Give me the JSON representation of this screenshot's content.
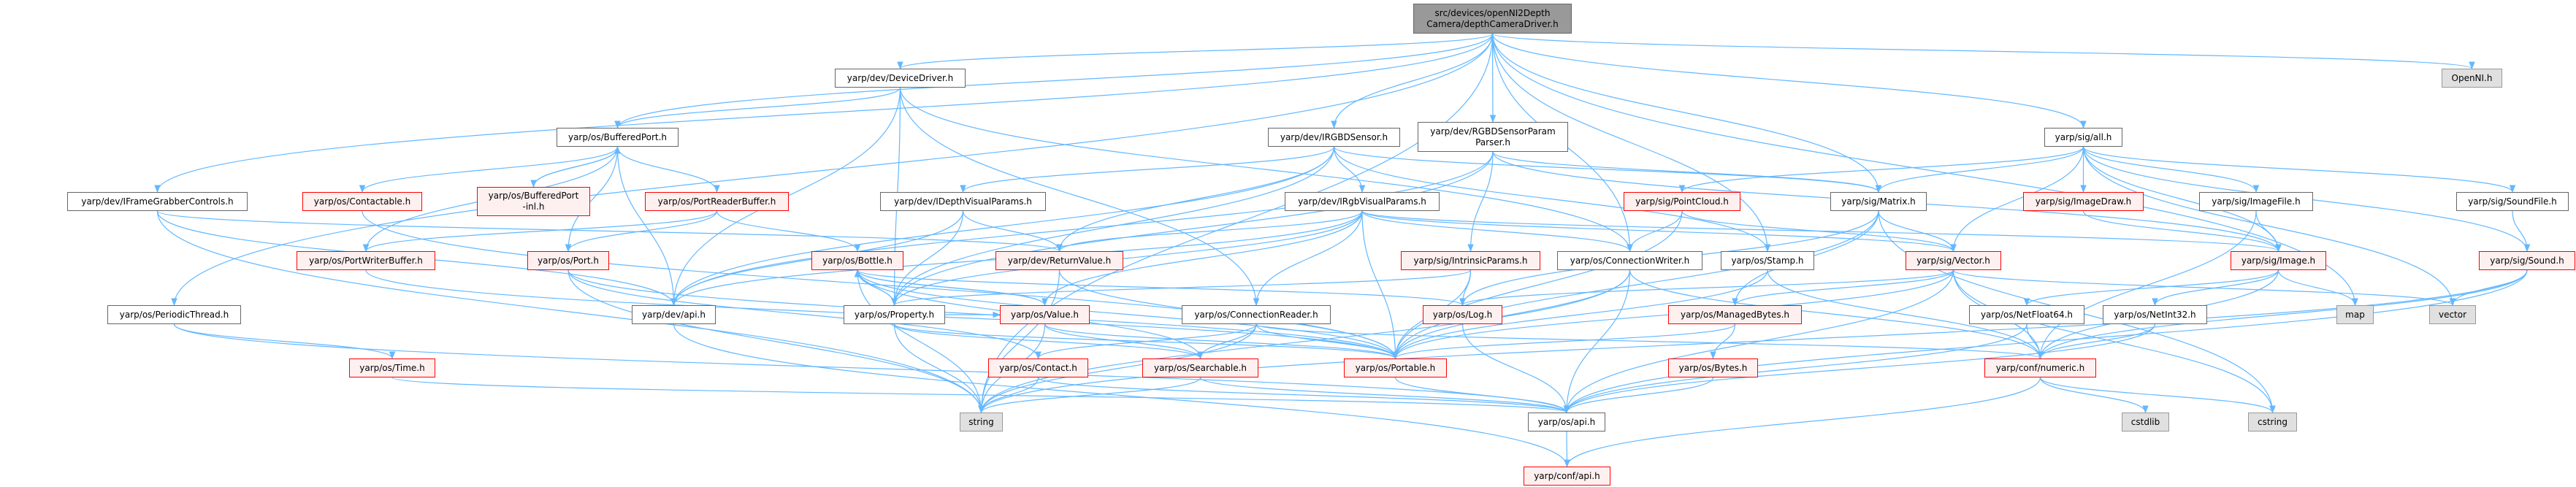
{
  "graph": {
    "edge_color": "#63b8ff",
    "nodes": [
      {
        "id": "root",
        "lines": [
          "src/devices/openNI2Depth",
          "Camera/depthCameraDriver.h"
        ],
        "kind": "root"
      },
      {
        "id": "devicedriver",
        "lines": [
          "yarp/dev/DeviceDriver.h"
        ],
        "kind": "normal"
      },
      {
        "id": "openni",
        "lines": [
          "OpenNI.h"
        ],
        "kind": "sys"
      },
      {
        "id": "bufferedport",
        "lines": [
          "yarp/os/BufferedPort.h"
        ],
        "kind": "normal"
      },
      {
        "id": "irgbdsensor",
        "lines": [
          "yarp/dev/IRGBDSensor.h"
        ],
        "kind": "normal"
      },
      {
        "id": "paramparser",
        "lines": [
          "yarp/dev/RGBDSensorParam",
          "Parser.h"
        ],
        "kind": "normal"
      },
      {
        "id": "sigall",
        "lines": [
          "yarp/sig/all.h"
        ],
        "kind": "normal"
      },
      {
        "id": "iframegrabber",
        "lines": [
          "yarp/dev/IFrameGrabberControls.h"
        ],
        "kind": "normal"
      },
      {
        "id": "contactable",
        "lines": [
          "yarp/os/Contactable.h"
        ],
        "kind": "red"
      },
      {
        "id": "bpinl",
        "lines": [
          "yarp/os/BufferedPort",
          "-inl.h"
        ],
        "kind": "red"
      },
      {
        "id": "portreaderbuffer",
        "lines": [
          "yarp/os/PortReaderBuffer.h"
        ],
        "kind": "red"
      },
      {
        "id": "idepthvisual",
        "lines": [
          "yarp/dev/IDepthVisualParams.h"
        ],
        "kind": "normal"
      },
      {
        "id": "irgbvisual",
        "lines": [
          "yarp/dev/IRgbVisualParams.h"
        ],
        "kind": "normal"
      },
      {
        "id": "pointcloud",
        "lines": [
          "yarp/sig/PointCloud.h"
        ],
        "kind": "red"
      },
      {
        "id": "matrix",
        "lines": [
          "yarp/sig/Matrix.h"
        ],
        "kind": "normal"
      },
      {
        "id": "imagedraw",
        "lines": [
          "yarp/sig/ImageDraw.h"
        ],
        "kind": "red"
      },
      {
        "id": "imagefile",
        "lines": [
          "yarp/sig/ImageFile.h"
        ],
        "kind": "normal"
      },
      {
        "id": "soundfile",
        "lines": [
          "yarp/sig/SoundFile.h"
        ],
        "kind": "normal"
      },
      {
        "id": "portwriterbuffer",
        "lines": [
          "yarp/os/PortWriterBuffer.h"
        ],
        "kind": "red"
      },
      {
        "id": "port",
        "lines": [
          "yarp/os/Port.h"
        ],
        "kind": "red"
      },
      {
        "id": "bottle",
        "lines": [
          "yarp/os/Bottle.h"
        ],
        "kind": "red"
      },
      {
        "id": "returnvalue",
        "lines": [
          "yarp/dev/ReturnValue.h"
        ],
        "kind": "red"
      },
      {
        "id": "intrinsic",
        "lines": [
          "yarp/sig/IntrinsicParams.h"
        ],
        "kind": "red"
      },
      {
        "id": "connwriter",
        "lines": [
          "yarp/os/ConnectionWriter.h"
        ],
        "kind": "normal"
      },
      {
        "id": "stamp",
        "lines": [
          "yarp/os/Stamp.h"
        ],
        "kind": "normal"
      },
      {
        "id": "sigvector",
        "lines": [
          "yarp/sig/Vector.h"
        ],
        "kind": "red"
      },
      {
        "id": "image",
        "lines": [
          "yarp/sig/Image.h"
        ],
        "kind": "red"
      },
      {
        "id": "sound",
        "lines": [
          "yarp/sig/Sound.h"
        ],
        "kind": "red"
      },
      {
        "id": "periodic",
        "lines": [
          "yarp/os/PeriodicThread.h"
        ],
        "kind": "normal"
      },
      {
        "id": "devapi",
        "lines": [
          "yarp/dev/api.h"
        ],
        "kind": "normal"
      },
      {
        "id": "property",
        "lines": [
          "yarp/os/Property.h"
        ],
        "kind": "normal"
      },
      {
        "id": "value",
        "lines": [
          "yarp/os/Value.h"
        ],
        "kind": "red"
      },
      {
        "id": "connreader",
        "lines": [
          "yarp/os/ConnectionReader.h"
        ],
        "kind": "normal"
      },
      {
        "id": "log",
        "lines": [
          "yarp/os/Log.h"
        ],
        "kind": "red"
      },
      {
        "id": "managedbytes",
        "lines": [
          "yarp/os/ManagedBytes.h"
        ],
        "kind": "red"
      },
      {
        "id": "netfloat",
        "lines": [
          "yarp/os/NetFloat64.h"
        ],
        "kind": "normal"
      },
      {
        "id": "netint",
        "lines": [
          "yarp/os/NetInt32.h"
        ],
        "kind": "normal"
      },
      {
        "id": "map",
        "lines": [
          "map"
        ],
        "kind": "sys"
      },
      {
        "id": "vector",
        "lines": [
          "vector"
        ],
        "kind": "sys"
      },
      {
        "id": "time",
        "lines": [
          "yarp/os/Time.h"
        ],
        "kind": "red"
      },
      {
        "id": "contact",
        "lines": [
          "yarp/os/Contact.h"
        ],
        "kind": "red"
      },
      {
        "id": "searchable",
        "lines": [
          "yarp/os/Searchable.h"
        ],
        "kind": "red"
      },
      {
        "id": "portable",
        "lines": [
          "yarp/os/Portable.h"
        ],
        "kind": "red"
      },
      {
        "id": "bytes",
        "lines": [
          "yarp/os/Bytes.h"
        ],
        "kind": "red"
      },
      {
        "id": "numeric",
        "lines": [
          "yarp/conf/numeric.h"
        ],
        "kind": "red"
      },
      {
        "id": "string",
        "lines": [
          "string"
        ],
        "kind": "sys"
      },
      {
        "id": "osapi",
        "lines": [
          "yarp/os/api.h"
        ],
        "kind": "normal"
      },
      {
        "id": "cstdlib",
        "lines": [
          "cstdlib"
        ],
        "kind": "sys"
      },
      {
        "id": "cstring",
        "lines": [
          "cstring"
        ],
        "kind": "sys"
      },
      {
        "id": "confapi",
        "lines": [
          "yarp/conf/api.h"
        ],
        "kind": "red"
      }
    ],
    "edges": [
      [
        "root",
        "devicedriver"
      ],
      [
        "root",
        "openni"
      ],
      [
        "root",
        "irgbdsensor"
      ],
      [
        "root",
        "paramparser"
      ],
      [
        "root",
        "sigall"
      ],
      [
        "root",
        "iframegrabber"
      ],
      [
        "root",
        "periodic"
      ],
      [
        "root",
        "connwriter"
      ],
      [
        "root",
        "stamp"
      ],
      [
        "root",
        "matrix"
      ],
      [
        "root",
        "string"
      ],
      [
        "root",
        "map"
      ],
      [
        "root",
        "bufferedport"
      ],
      [
        "devicedriver",
        "bufferedport"
      ],
      [
        "devicedriver",
        "devapi"
      ],
      [
        "devicedriver",
        "property"
      ],
      [
        "devicedriver",
        "connreader"
      ],
      [
        "devicedriver",
        "connwriter"
      ],
      [
        "bufferedport",
        "contactable"
      ],
      [
        "bufferedport",
        "bpinl"
      ],
      [
        "bufferedport",
        "portreaderbuffer"
      ],
      [
        "bufferedport",
        "port"
      ],
      [
        "bufferedport",
        "portwriterbuffer"
      ],
      [
        "bufferedport",
        "devapi"
      ],
      [
        "bpinl",
        "bufferedport"
      ],
      [
        "iframegrabber",
        "devapi"
      ],
      [
        "iframegrabber",
        "returnvalue"
      ],
      [
        "iframegrabber",
        "string"
      ],
      [
        "contactable",
        "portable"
      ],
      [
        "portwriterbuffer",
        "portable"
      ],
      [
        "port",
        "contact"
      ],
      [
        "port",
        "portable"
      ],
      [
        "port",
        "string"
      ],
      [
        "periodic",
        "time"
      ],
      [
        "periodic",
        "osapi"
      ],
      [
        "time",
        "osapi"
      ],
      [
        "portreaderbuffer",
        "bottle"
      ],
      [
        "portreaderbuffer",
        "port"
      ],
      [
        "portreaderbuffer",
        "portwriterbuffer"
      ],
      [
        "irgbdsensor",
        "idepthvisual"
      ],
      [
        "irgbdsensor",
        "irgbvisual"
      ],
      [
        "irgbdsensor",
        "matrix"
      ],
      [
        "irgbdsensor",
        "stamp"
      ],
      [
        "irgbdsensor",
        "returnvalue"
      ],
      [
        "irgbdsensor",
        "devapi"
      ],
      [
        "irgbdsensor",
        "property"
      ],
      [
        "paramparser",
        "intrinsic"
      ],
      [
        "paramparser",
        "matrix"
      ],
      [
        "paramparser",
        "property"
      ],
      [
        "paramparser",
        "devapi"
      ],
      [
        "paramparser",
        "image"
      ],
      [
        "idepthvisual",
        "returnvalue"
      ],
      [
        "idepthvisual",
        "property"
      ],
      [
        "idepthvisual",
        "devapi"
      ],
      [
        "irgbvisual",
        "returnvalue"
      ],
      [
        "irgbvisual",
        "property"
      ],
      [
        "irgbvisual",
        "value"
      ],
      [
        "irgbvisual",
        "connreader"
      ],
      [
        "irgbvisual",
        "connwriter"
      ],
      [
        "irgbvisual",
        "portable"
      ],
      [
        "irgbvisual",
        "image"
      ],
      [
        "irgbvisual",
        "sigvector"
      ],
      [
        "irgbvisual",
        "devapi"
      ],
      [
        "pointcloud",
        "connwriter"
      ],
      [
        "pointcloud",
        "sigvector"
      ],
      [
        "pointcloud",
        "portable"
      ],
      [
        "matrix",
        "sigvector"
      ],
      [
        "matrix",
        "managedbytes"
      ],
      [
        "matrix",
        "portable"
      ],
      [
        "matrix",
        "log"
      ],
      [
        "matrix",
        "cstring"
      ],
      [
        "sigall",
        "matrix"
      ],
      [
        "sigall",
        "sigvector"
      ],
      [
        "sigall",
        "pointcloud"
      ],
      [
        "sigall",
        "imagedraw"
      ],
      [
        "sigall",
        "imagefile"
      ],
      [
        "sigall",
        "soundfile"
      ],
      [
        "sigall",
        "sound"
      ],
      [
        "sigall",
        "image"
      ],
      [
        "sigall",
        "vector"
      ],
      [
        "imagedraw",
        "image"
      ],
      [
        "imagefile",
        "image"
      ],
      [
        "imagefile",
        "numeric"
      ],
      [
        "soundfile",
        "sound"
      ],
      [
        "bottle",
        "property"
      ],
      [
        "bottle",
        "value"
      ],
      [
        "bottle",
        "portable"
      ],
      [
        "bottle",
        "searchable"
      ],
      [
        "bottle",
        "string"
      ],
      [
        "bottle",
        "log"
      ],
      [
        "returnvalue",
        "string"
      ],
      [
        "returnvalue",
        "portable"
      ],
      [
        "intrinsic",
        "log"
      ],
      [
        "intrinsic",
        "portable"
      ],
      [
        "intrinsic",
        "property"
      ],
      [
        "connwriter",
        "osapi"
      ],
      [
        "connwriter",
        "portable"
      ],
      [
        "connwriter",
        "string"
      ],
      [
        "connwriter",
        "numeric"
      ],
      [
        "stamp",
        "portable"
      ],
      [
        "stamp",
        "numeric"
      ],
      [
        "sigvector",
        "managedbytes"
      ],
      [
        "sigvector",
        "portable"
      ],
      [
        "sigvector",
        "log"
      ],
      [
        "sigvector",
        "osapi"
      ],
      [
        "sigvector",
        "numeric"
      ],
      [
        "sigvector",
        "vector"
      ],
      [
        "sigvector",
        "cstring"
      ],
      [
        "image",
        "netint"
      ],
      [
        "image",
        "netfloat"
      ],
      [
        "image",
        "map"
      ],
      [
        "image",
        "numeric"
      ],
      [
        "sound",
        "vector"
      ],
      [
        "sound",
        "numeric"
      ],
      [
        "sound",
        "string"
      ],
      [
        "sound",
        "osapi"
      ],
      [
        "property",
        "bottle"
      ],
      [
        "property",
        "string"
      ],
      [
        "property",
        "searchable"
      ],
      [
        "property",
        "portable"
      ],
      [
        "property",
        "value"
      ],
      [
        "value",
        "bottle"
      ],
      [
        "value",
        "searchable"
      ],
      [
        "value",
        "string"
      ],
      [
        "value",
        "portable"
      ],
      [
        "connreader",
        "searchable"
      ],
      [
        "connreader",
        "contact"
      ],
      [
        "connreader",
        "string"
      ],
      [
        "connreader",
        "numeric"
      ],
      [
        "connreader",
        "portable"
      ],
      [
        "log",
        "osapi"
      ],
      [
        "managedbytes",
        "bytes"
      ],
      [
        "managedbytes",
        "portable"
      ],
      [
        "netfloat",
        "numeric"
      ],
      [
        "netfloat",
        "osapi"
      ],
      [
        "netint",
        "numeric"
      ],
      [
        "netint",
        "osapi"
      ],
      [
        "contact",
        "string"
      ],
      [
        "contact",
        "osapi"
      ],
      [
        "searchable",
        "string"
      ],
      [
        "searchable",
        "osapi"
      ],
      [
        "portable",
        "osapi"
      ],
      [
        "bytes",
        "osapi"
      ],
      [
        "numeric",
        "cstdlib"
      ],
      [
        "numeric",
        "cstring"
      ],
      [
        "numeric",
        "confapi"
      ],
      [
        "osapi",
        "confapi"
      ],
      [
        "devapi",
        "confapi"
      ]
    ]
  }
}
